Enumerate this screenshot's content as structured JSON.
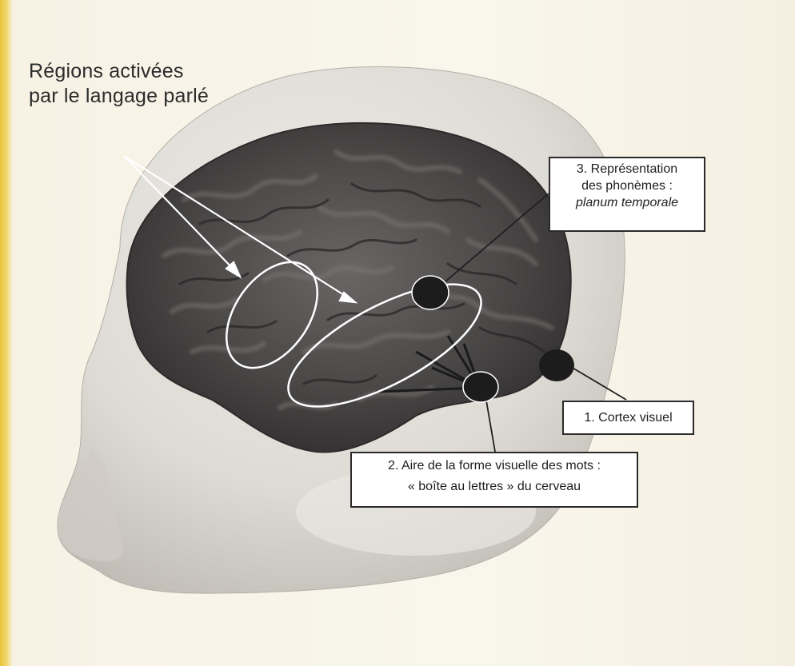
{
  "caption": {
    "line1": "Régions activées",
    "line2": "par le langage parlé"
  },
  "labels": {
    "phonemes": {
      "line1": "3. Représentation",
      "line2": "des phonèmes :",
      "line3": "planum temporale"
    },
    "visual_cortex": {
      "line1": "1. Cortex visuel"
    },
    "word_form": {
      "line1": "2. Aire de la forme visuelle des mots :",
      "line2": "« boîte au lettres » du cerveau"
    }
  },
  "colors": {
    "brain": "#474747",
    "head": "#d9d6d0",
    "marker": "#1c1c1c",
    "page_edge": "#e9c43c"
  }
}
